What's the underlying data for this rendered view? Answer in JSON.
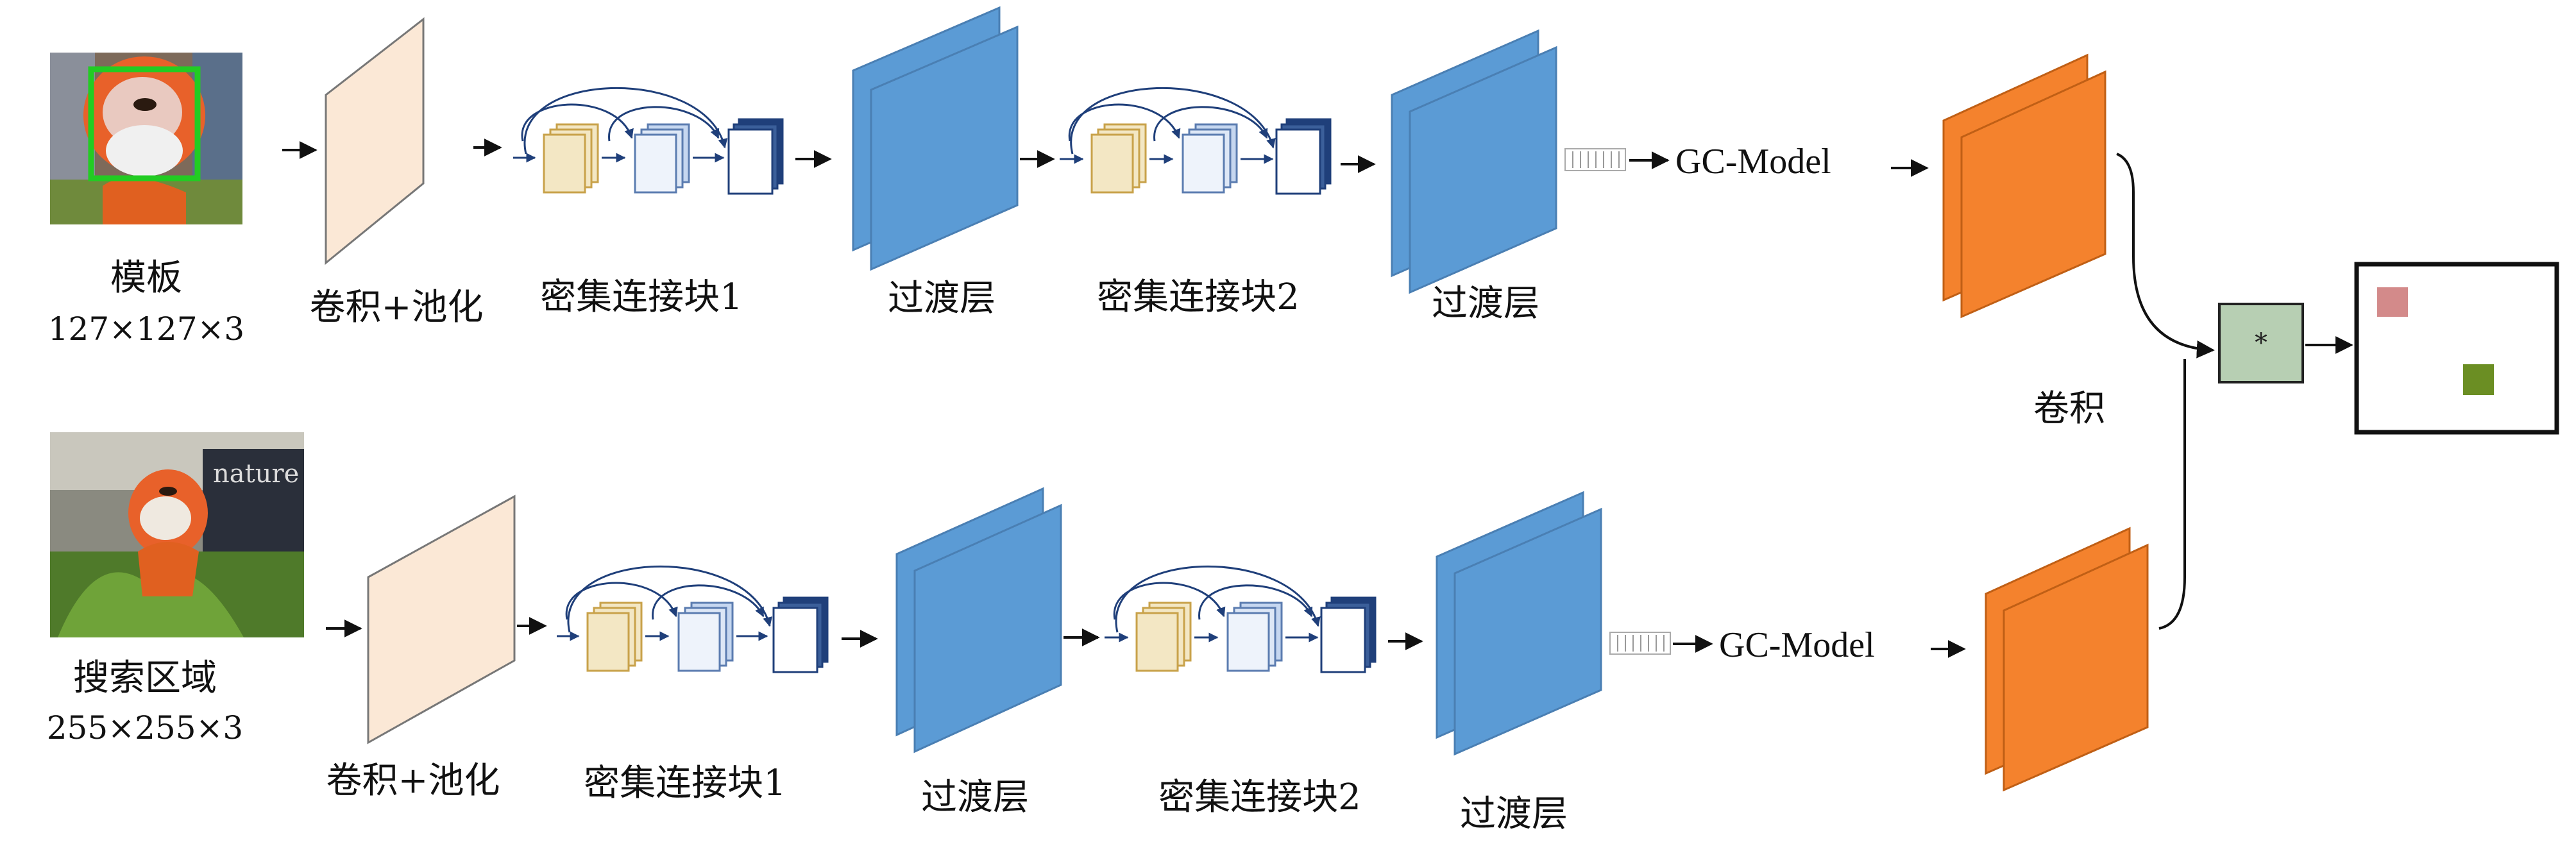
{
  "labels": {
    "template": "模板",
    "template_size": "127×127×3",
    "search": "搜索区域",
    "search_size": "255×255×3",
    "conv_pool": "卷积+池化",
    "dense_block_1": "密集连接块1",
    "transition": "过渡层",
    "dense_block_2": "密集连接块2",
    "gc_model": "GC-Model",
    "conv": "卷积",
    "correlation_op": "*"
  },
  "colors": {
    "conv_plane": "#fbe8d6",
    "transition_plane": "#5b9bd5",
    "dense_yellow": "#f3e7c4",
    "dense_light_blue": "#c6d7f0",
    "dense_dark_blue": "#1f3f7a",
    "feature_orange": "#f4822d",
    "xcorr_box": "#b7cfb3",
    "response_red": "#d38a8a",
    "response_green": "#6b8e23",
    "tracking_box": "#22cc22",
    "arrow": "#111111"
  },
  "icons": {
    "template_image": "tiger-toy-template-photo",
    "search_image": "tiger-toy-search-region-photo"
  }
}
